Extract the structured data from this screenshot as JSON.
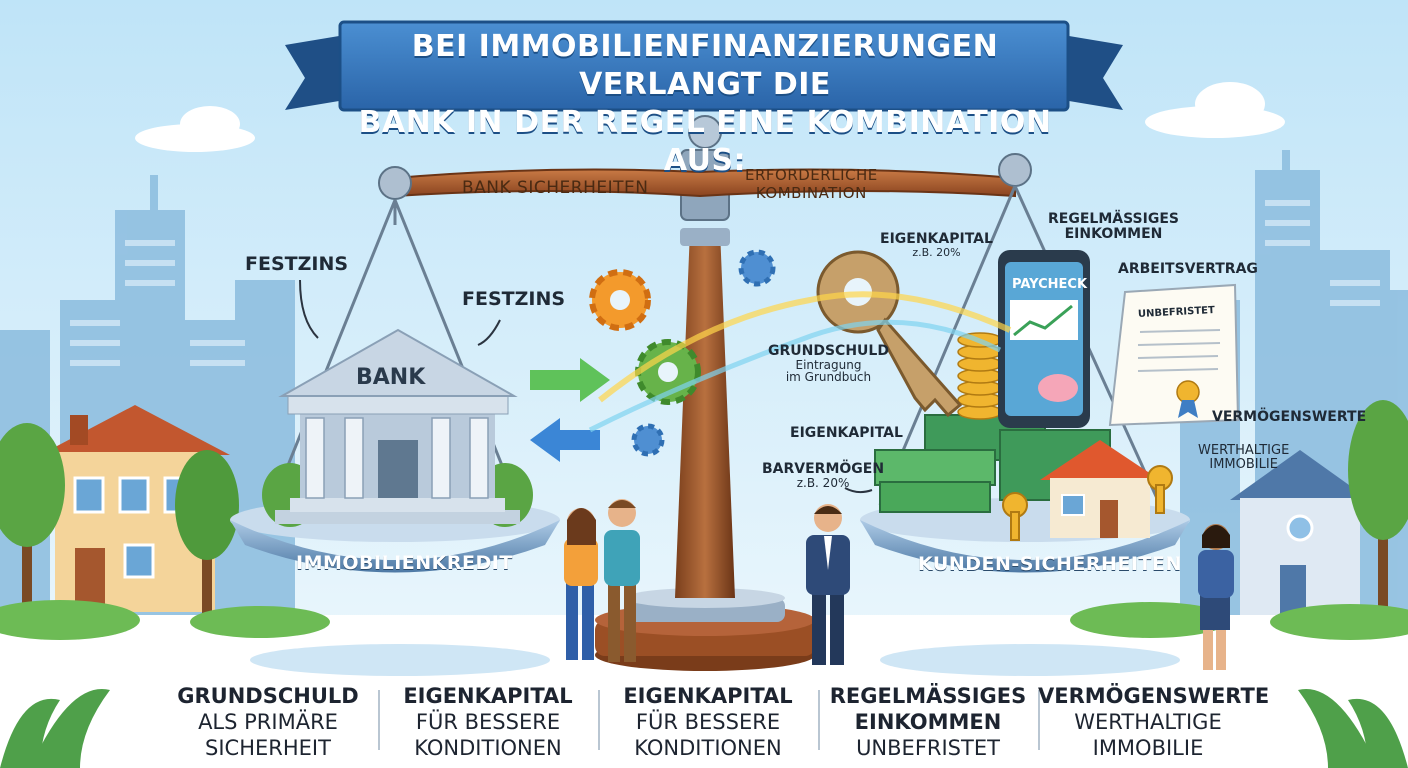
{
  "title": {
    "line1": "BEI IMMOBILIENFINANZIERUNGEN VERLANGT DIE",
    "line2": "BANK IN DER REGEL EINE KOMBINATION AUS:"
  },
  "beam": {
    "left": "BANK SICHERHEITEN",
    "right_line1": "ERFORDERLICHE",
    "right_line2": "KOMBINATION"
  },
  "left_side": {
    "festzins_1": "FESTZINS",
    "festzins_2": "FESTZINS",
    "bank_sign": "BANK",
    "plate_label": "IMMOBILIENKREDIT"
  },
  "right_side": {
    "eigenkapital_top": "EIGENKAPITAL",
    "eigenkapital_top_sub": "z.B. 20%",
    "regelmaessiges_1": "REGELMÄSSIGES",
    "regelmaessiges_2": "EINKOMMEN",
    "arbeitsvertrag": "ARBEITSVERTRAG",
    "paycheck": "PAYCHECK",
    "unbefristet": "UNBEFRISTET",
    "grundschuld": "GRUNDSCHULD",
    "grundschuld_sub1": "Eintragung",
    "grundschuld_sub2": "im Grundbuch",
    "eigenkapital_mid": "EIGENKAPITAL",
    "barvermoegen": "BARVERMÖGEN",
    "barvermoegen_sub": "z.B. 20%",
    "vermoegenswerte": "VERMÖGENSWERTE",
    "werthaltige_1": "WERTHALTIGE",
    "werthaltige_2": "IMMOBILIE",
    "plate_label": "KUNDEN-SICHERHEITEN"
  },
  "bottom_items": [
    {
      "line1": "GRUNDSCHULD",
      "line2": "ALS PRIMÄRE",
      "line3": "SICHERHEIT"
    },
    {
      "line1": "EIGENKAPITAL",
      "line2": "FÜR BESSERE",
      "line3": "KONDITIONEN"
    },
    {
      "line1": "EIGENKAPITAL",
      "line2": "FÜR BESSERE",
      "line3": "KONDITIONEN"
    },
    {
      "line1": "REGELMÄSSIGES",
      "line2": "EINKOMMEN",
      "line3": "UNBEFRISTET"
    },
    {
      "line1": "VERMÖGENSWERTE",
      "line2": "WERTHALTIGE",
      "line3": "IMMOBILIE"
    }
  ],
  "colors": {
    "sky": "#dff1fb",
    "banner": "#2f6fb3",
    "beam": "#a0552a",
    "plate": "#5c86b0",
    "ground": "#ffffff"
  }
}
